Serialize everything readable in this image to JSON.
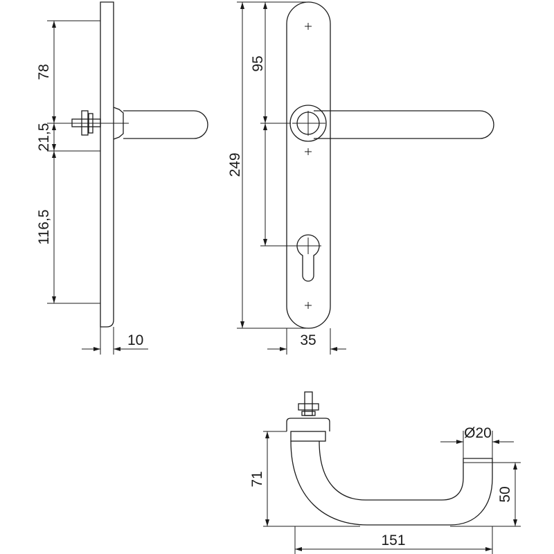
{
  "side_view": {
    "dims": {
      "top_section": "78",
      "spindle_zone": "21,5",
      "lower_section": "116,5",
      "plate_thickness": "10"
    }
  },
  "front_view": {
    "dims": {
      "total_height": "249",
      "handle_to_cylinder": "95",
      "plate_width": "35"
    }
  },
  "top_view": {
    "dims": {
      "handle_diameter": "Ø20",
      "projection": "71",
      "grip_depth": "50",
      "handle_length": "151"
    }
  }
}
